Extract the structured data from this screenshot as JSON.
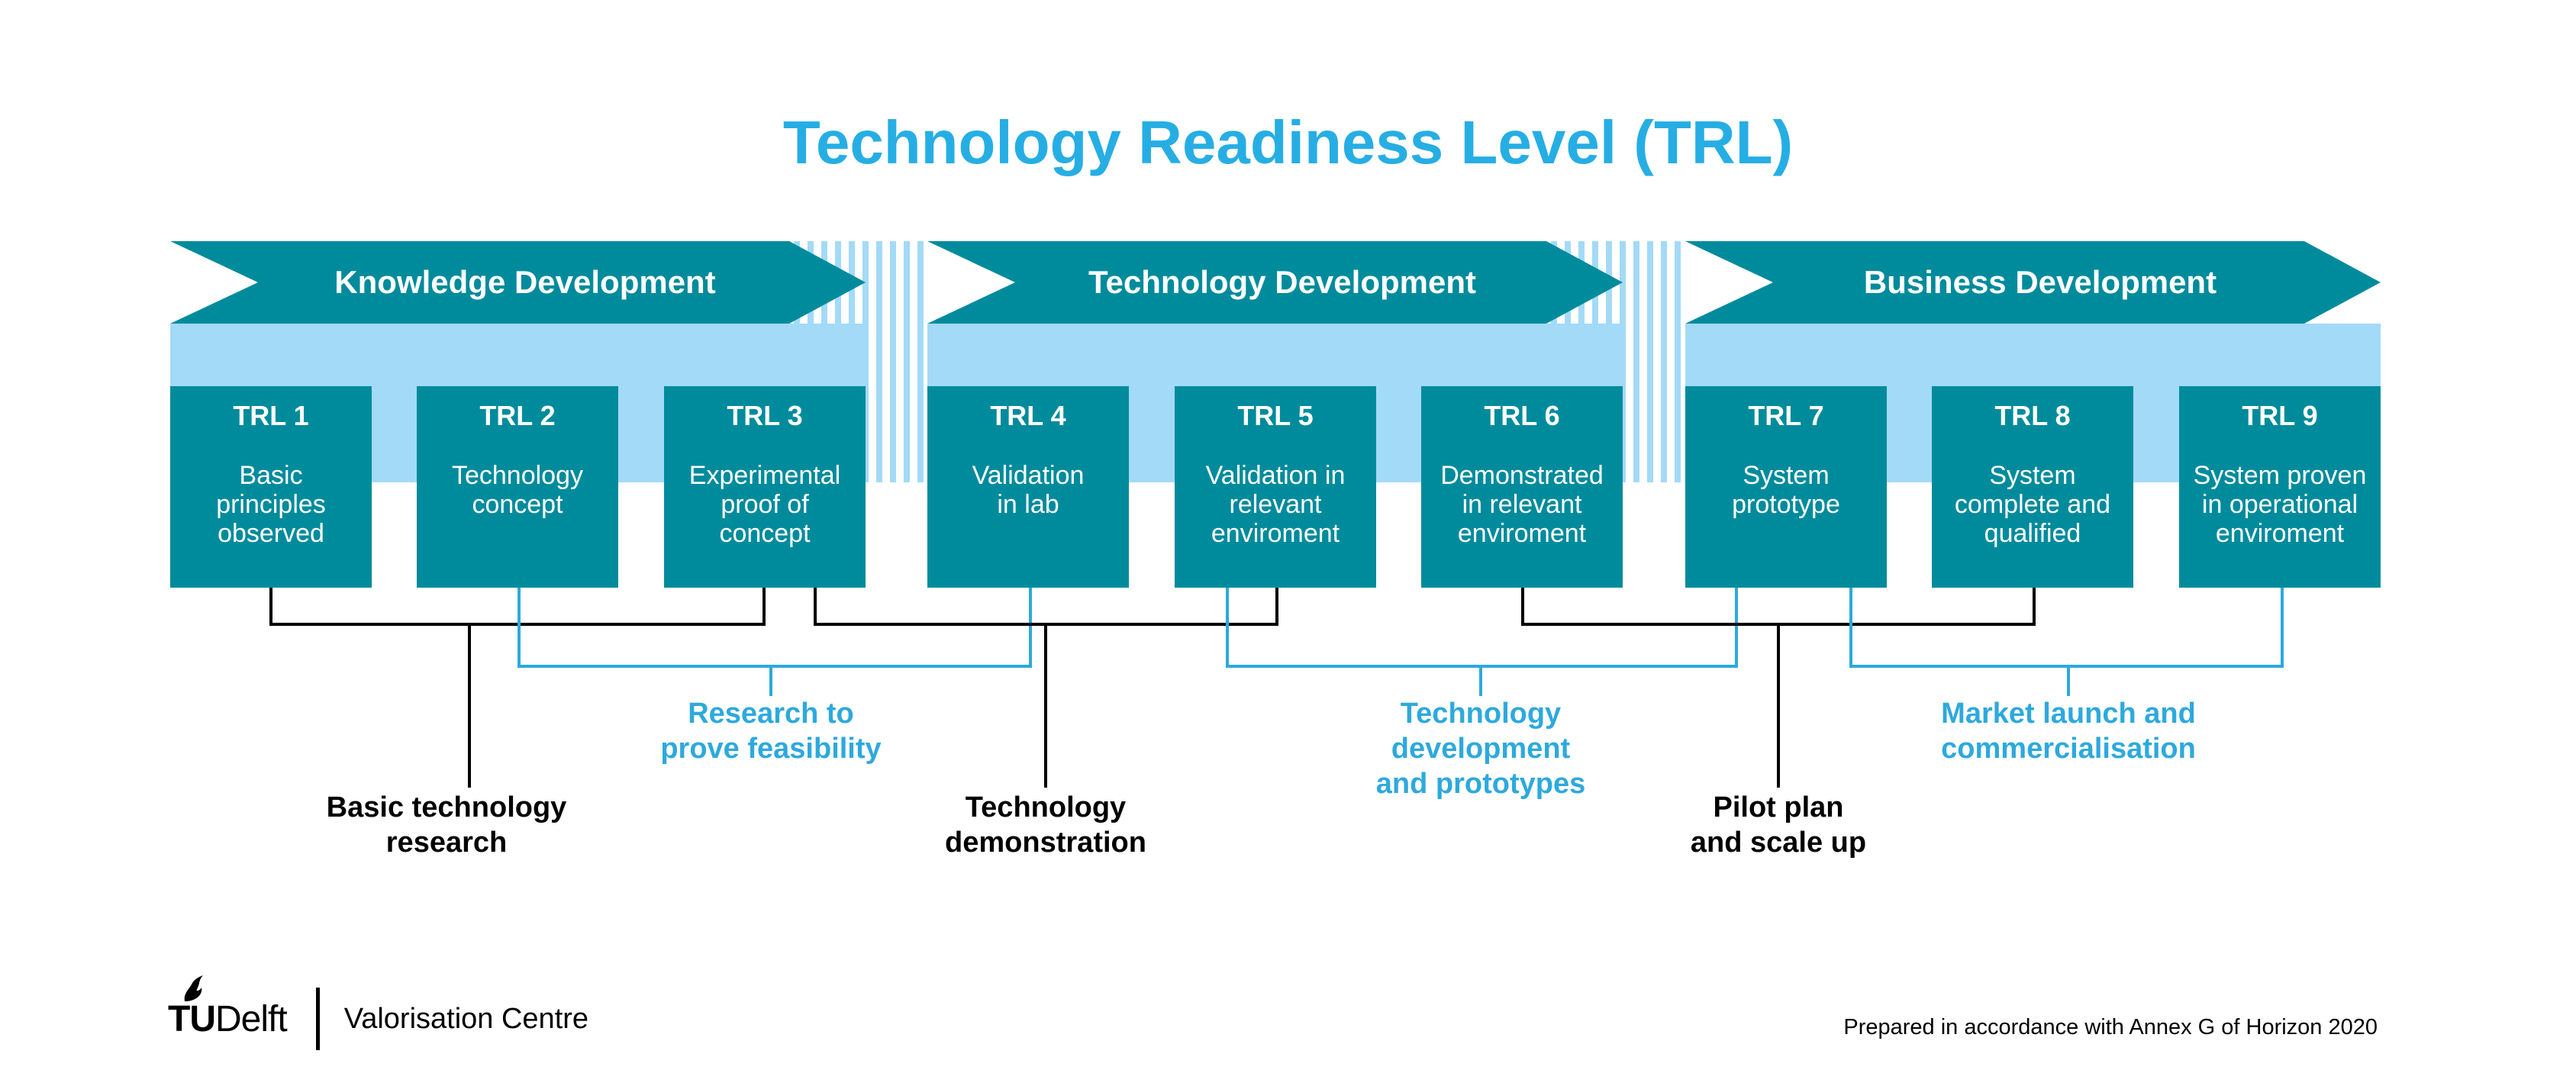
{
  "title": "Technology Readiness Level (TRL)",
  "colors": {
    "title": "#26AEE4",
    "box": "#008B9C",
    "light_band": "#A3DAF7",
    "accent_line": "#2DA9DD",
    "dark_line": "#000000"
  },
  "phases": [
    {
      "label": "Knowledge Development"
    },
    {
      "label": "Technology Development"
    },
    {
      "label": "Business Development"
    }
  ],
  "levels": [
    {
      "id": "TRL 1",
      "lines": [
        "Basic",
        "principles",
        "observed"
      ]
    },
    {
      "id": "TRL 2",
      "lines": [
        "Technology",
        "concept"
      ]
    },
    {
      "id": "TRL 3",
      "lines": [
        "Experimental",
        "proof of",
        "concept"
      ]
    },
    {
      "id": "TRL 4",
      "lines": [
        "Validation",
        "in lab"
      ]
    },
    {
      "id": "TRL 5",
      "lines": [
        "Validation in",
        "relevant",
        "enviroment"
      ]
    },
    {
      "id": "TRL 6",
      "lines": [
        "Demonstrated",
        "in relevant",
        "enviroment"
      ]
    },
    {
      "id": "TRL 7",
      "lines": [
        "System",
        "prototype"
      ]
    },
    {
      "id": "TRL 8",
      "lines": [
        "System",
        "complete and",
        "qualified"
      ]
    },
    {
      "id": "TRL 9",
      "lines": [
        "System proven",
        "in operational",
        "enviroment"
      ]
    }
  ],
  "groupings": [
    {
      "lines": [
        "Basic technology",
        "research"
      ],
      "style": "dark",
      "levels": [
        "TRL 1",
        "TRL 3"
      ]
    },
    {
      "lines": [
        "Research to",
        "prove feasibility"
      ],
      "style": "accent",
      "levels": [
        "TRL 2",
        "TRL 4"
      ]
    },
    {
      "lines": [
        "Technology",
        "demonstration"
      ],
      "style": "dark",
      "levels": [
        "TRL 3",
        "TRL 5"
      ]
    },
    {
      "lines": [
        "Technology",
        "development",
        "and prototypes"
      ],
      "style": "accent",
      "levels": [
        "TRL 5",
        "TRL 7"
      ]
    },
    {
      "lines": [
        "Pilot plan",
        "and scale up"
      ],
      "style": "dark",
      "levels": [
        "TRL 6",
        "TRL 8"
      ]
    },
    {
      "lines": [
        "Market launch and",
        "commercialisation"
      ],
      "style": "accent",
      "levels": [
        "TRL 7",
        "TRL 9"
      ]
    }
  ],
  "footer": {
    "logo_text_bold": "TU",
    "logo_text": "Delft",
    "logo_subtitle": "Valorisation Centre",
    "note": "Prepared in accordance with Annex G of Horizon 2020"
  }
}
